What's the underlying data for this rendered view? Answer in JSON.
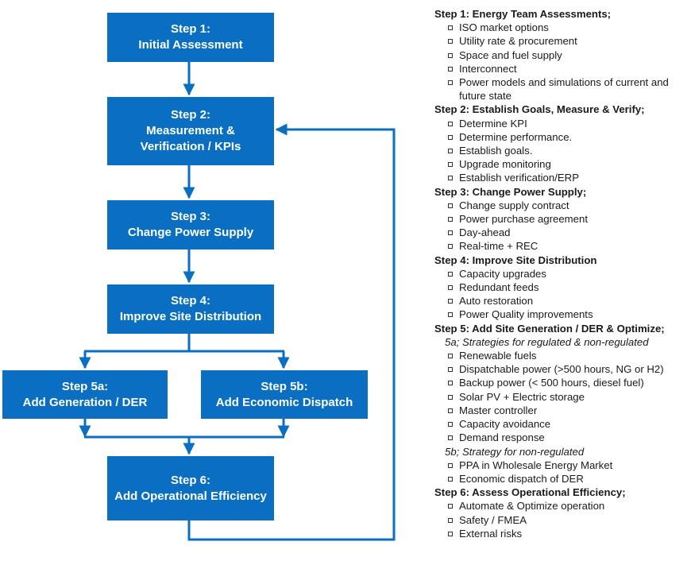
{
  "colors": {
    "box_fill": "#0a6fc2",
    "box_text": "#ffffff",
    "arrow": "#0a6fc2"
  },
  "flow": {
    "step1": {
      "line1": "Step 1:",
      "line2": "Initial Assessment"
    },
    "step2": {
      "line1": "Step 2:",
      "line2": "Measurement &",
      "line3": "Verification / KPIs"
    },
    "step3": {
      "line1": "Step 3:",
      "line2": "Change Power Supply"
    },
    "step4": {
      "line1": "Step 4:",
      "line2": "Improve Site Distribution"
    },
    "step5a": {
      "line1": "Step 5a:",
      "line2": "Add Generation / DER"
    },
    "step5b": {
      "line1": "Step 5b:",
      "line2": "Add Economic Dispatch"
    },
    "step6": {
      "line1": "Step 6:",
      "line2": "Add Operational Efficiency"
    }
  },
  "details": [
    {
      "type": "title",
      "text": "Step 1: Energy Team Assessments;"
    },
    {
      "type": "bullet",
      "text": "ISO market options"
    },
    {
      "type": "bullet",
      "text": "Utility rate & procurement"
    },
    {
      "type": "bullet",
      "text": "Space and fuel supply"
    },
    {
      "type": "bullet",
      "text": "Interconnect"
    },
    {
      "type": "bullet",
      "text": "Power models and simulations of current and future state"
    },
    {
      "type": "title",
      "text": "Step 2: Establish Goals, Measure & Verify;"
    },
    {
      "type": "bullet",
      "text": "Determine KPI"
    },
    {
      "type": "bullet",
      "text": "Determine performance."
    },
    {
      "type": "bullet",
      "text": "Establish goals."
    },
    {
      "type": "bullet",
      "text": "Upgrade monitoring"
    },
    {
      "type": "bullet",
      "text": "Establish verification/ERP"
    },
    {
      "type": "title",
      "text": "Step 3: Change Power Supply;"
    },
    {
      "type": "bullet",
      "text": "Change supply contract"
    },
    {
      "type": "bullet",
      "text": "Power purchase agreement"
    },
    {
      "type": "bullet",
      "text": "Day-ahead"
    },
    {
      "type": "bullet",
      "text": "Real-time + REC"
    },
    {
      "type": "title",
      "text": "Step 4: Improve Site Distribution"
    },
    {
      "type": "bullet",
      "text": "Capacity upgrades"
    },
    {
      "type": "bullet",
      "text": "Redundant feeds"
    },
    {
      "type": "bullet",
      "text": "Auto restoration"
    },
    {
      "type": "bullet",
      "text": "Power Quality improvements"
    },
    {
      "type": "title",
      "text": "Step 5: Add Site Generation / DER & Optimize;"
    },
    {
      "type": "subtitle",
      "text": "5a; Strategies for regulated & non-regulated"
    },
    {
      "type": "bullet",
      "text": "Renewable fuels"
    },
    {
      "type": "bullet",
      "text": "Dispatchable power (>500 hours, NG or H2)"
    },
    {
      "type": "bullet",
      "text": "Backup power (< 500 hours, diesel fuel)"
    },
    {
      "type": "bullet",
      "text": "Solar PV + Electric storage"
    },
    {
      "type": "bullet",
      "text": "Master controller"
    },
    {
      "type": "bullet",
      "text": "Capacity avoidance"
    },
    {
      "type": "bullet",
      "text": "Demand response"
    },
    {
      "type": "subtitle",
      "text": "5b; Strategy for non-regulated"
    },
    {
      "type": "bullet",
      "text": "PPA in Wholesale Energy Market"
    },
    {
      "type": "bullet",
      "text": "Economic dispatch of DER"
    },
    {
      "type": "title",
      "text": "Step 6: Assess Operational Efficiency;"
    },
    {
      "type": "bullet",
      "text": "Automate & Optimize operation"
    },
    {
      "type": "bullet",
      "text": "Safety / FMEA"
    },
    {
      "type": "bullet",
      "text": "External risks"
    }
  ]
}
